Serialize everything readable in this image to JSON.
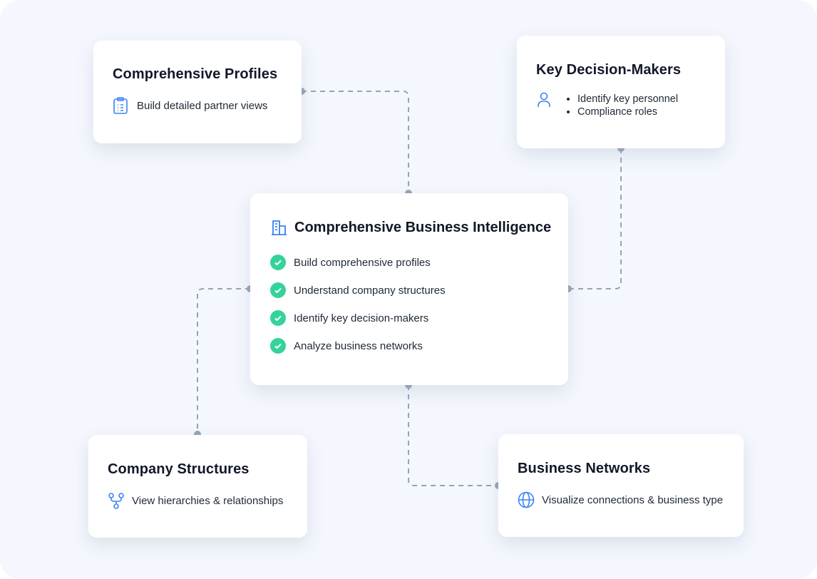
{
  "colors": {
    "accent": "#3b82f6",
    "check": "#34d399",
    "connector": "#94a3b8",
    "background": "#f4f7fd"
  },
  "profiles": {
    "title": "Comprehensive Profiles",
    "item": "Build detailed partner views",
    "icon": "clipboard-list-icon"
  },
  "decision": {
    "title": "Key Decision-Makers",
    "items": [
      "Identify key personnel",
      "Compliance roles"
    ],
    "icon": "user-icon"
  },
  "center": {
    "title": "Comprehensive Business Intelligence",
    "icon": "building-icon",
    "items": [
      "Build comprehensive profiles",
      "Understand company structures",
      "Identify key decision-makers",
      "Analyze business networks"
    ]
  },
  "structures": {
    "title": "Company Structures",
    "item": "View hierarchies & relationships",
    "icon": "hierarchy-icon"
  },
  "networks": {
    "title": "Business Networks",
    "item": "Visualize connections & business type",
    "icon": "globe-icon"
  }
}
